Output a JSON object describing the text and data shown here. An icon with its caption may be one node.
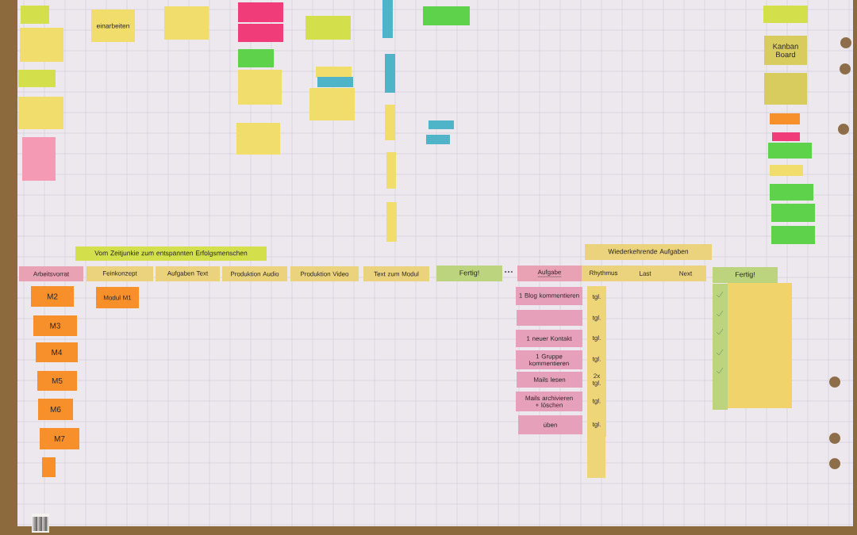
{
  "diagram": {
    "nodes": [
      {
        "text": [],
        "shape": "box"
      },
      {
        "text": [],
        "shape": "box"
      },
      {
        "text": [],
        "shape": "box"
      },
      {
        "text": [],
        "shape": "box"
      },
      {
        "text": [],
        "shape": "box"
      },
      {
        "text": [
          "einarbeiten"
        ]
      },
      {
        "text": [],
        "shape": "box"
      },
      {
        "text": [],
        "shape": "box"
      },
      {
        "text": [],
        "shape": "box"
      },
      {
        "text": [],
        "shape": "box"
      },
      {
        "text": [],
        "shape": "box"
      },
      {
        "text": [],
        "shape": "box"
      },
      {
        "text": [],
        "shape": "box"
      },
      {
        "text": [],
        "shape": "box"
      },
      {
        "text": [],
        "shape": "box"
      },
      {
        "text": [],
        "shape": "box"
      },
      {
        "text": [],
        "shape": "box"
      },
      {
        "text": [],
        "shape": "box"
      },
      {
        "text": [],
        "shape": "box"
      },
      {
        "text": [],
        "shape": "box"
      },
      {
        "text": [],
        "shape": "box"
      },
      {
        "text": [],
        "shape": "box"
      },
      {
        "text": [],
        "shape": "box"
      },
      {
        "text": [],
        "shape": "box"
      },
      {
        "text": [],
        "shape": "box"
      },
      {
        "text": [
          "Kanban Board"
        ]
      },
      {
        "text": [],
        "shape": "box"
      },
      {
        "text": [],
        "shape": "box"
      },
      {
        "text": [],
        "shape": "box"
      },
      {
        "text": [],
        "shape": "box"
      },
      {
        "text": [],
        "shape": "box"
      },
      {
        "text": [],
        "shape": "box"
      },
      {
        "text": [],
        "shape": "box"
      },
      {
        "text": [],
        "shape": "box"
      },
      {
        "text": [
          "Vom Zeitjunkie zum entspannten Erfolgsmenschen"
        ]
      },
      {
        "text": [
          "Arbeitsvorrat"
        ]
      },
      {
        "text": [
          "Feinkonzept"
        ]
      },
      {
        "text": [
          "Aufgaben Text"
        ]
      },
      {
        "text": [
          "Produktion Audio"
        ]
      },
      {
        "text": [
          "Produktion Video"
        ]
      },
      {
        "text": [
          "Text zum Modul"
        ]
      },
      {
        "text": [
          "Fertig!"
        ]
      },
      {
        "text": [
          "M2"
        ]
      },
      {
        "text": [
          "Modul M1"
        ]
      },
      {
        "text": [
          "M3"
        ]
      },
      {
        "text": [
          "M4"
        ]
      },
      {
        "text": [
          "M5"
        ]
      },
      {
        "text": [
          "M6"
        ]
      },
      {
        "text": [
          "M7"
        ]
      },
      {
        "text": [],
        "shape": "box"
      },
      {
        "text": [
          "Wiederkehrende Aufgaben"
        ]
      },
      {
        "text": [
          "Aufgabe"
        ]
      },
      {
        "text": [
          "Rhythmus"
        ]
      },
      {
        "text": [
          "Last"
        ]
      },
      {
        "text": [
          "Next"
        ]
      },
      {
        "text": [
          "Fertig!"
        ]
      },
      {
        "text": [
          "1 Blog kommentieren"
        ]
      },
      {
        "text": [
          "tgl."
        ]
      },
      {
        "text": [],
        "shape": "box"
      },
      {
        "text": [
          "tgl."
        ]
      },
      {
        "text": [
          "1 neuer Kontakt"
        ]
      },
      {
        "text": [
          "tgl."
        ]
      },
      {
        "text": [
          "1 Gruppe kommentieren"
        ]
      },
      {
        "text": [
          "tgl."
        ]
      },
      {
        "text": [
          "Mails lesen"
        ]
      },
      {
        "text": [
          "2x tgl."
        ]
      },
      {
        "text": [
          "Mails archivieren + löschen"
        ]
      },
      {
        "text": [
          "tgl."
        ]
      },
      {
        "text": [
          "üben"
        ]
      },
      {
        "text": [
          "tgl."
        ]
      },
      {
        "text": [],
        "shape": "box"
      },
      {
        "text": [],
        "shape": "box"
      },
      {
        "text": [],
        "shape": "box"
      }
    ],
    "labels": [
      "..."
    ]
  }
}
